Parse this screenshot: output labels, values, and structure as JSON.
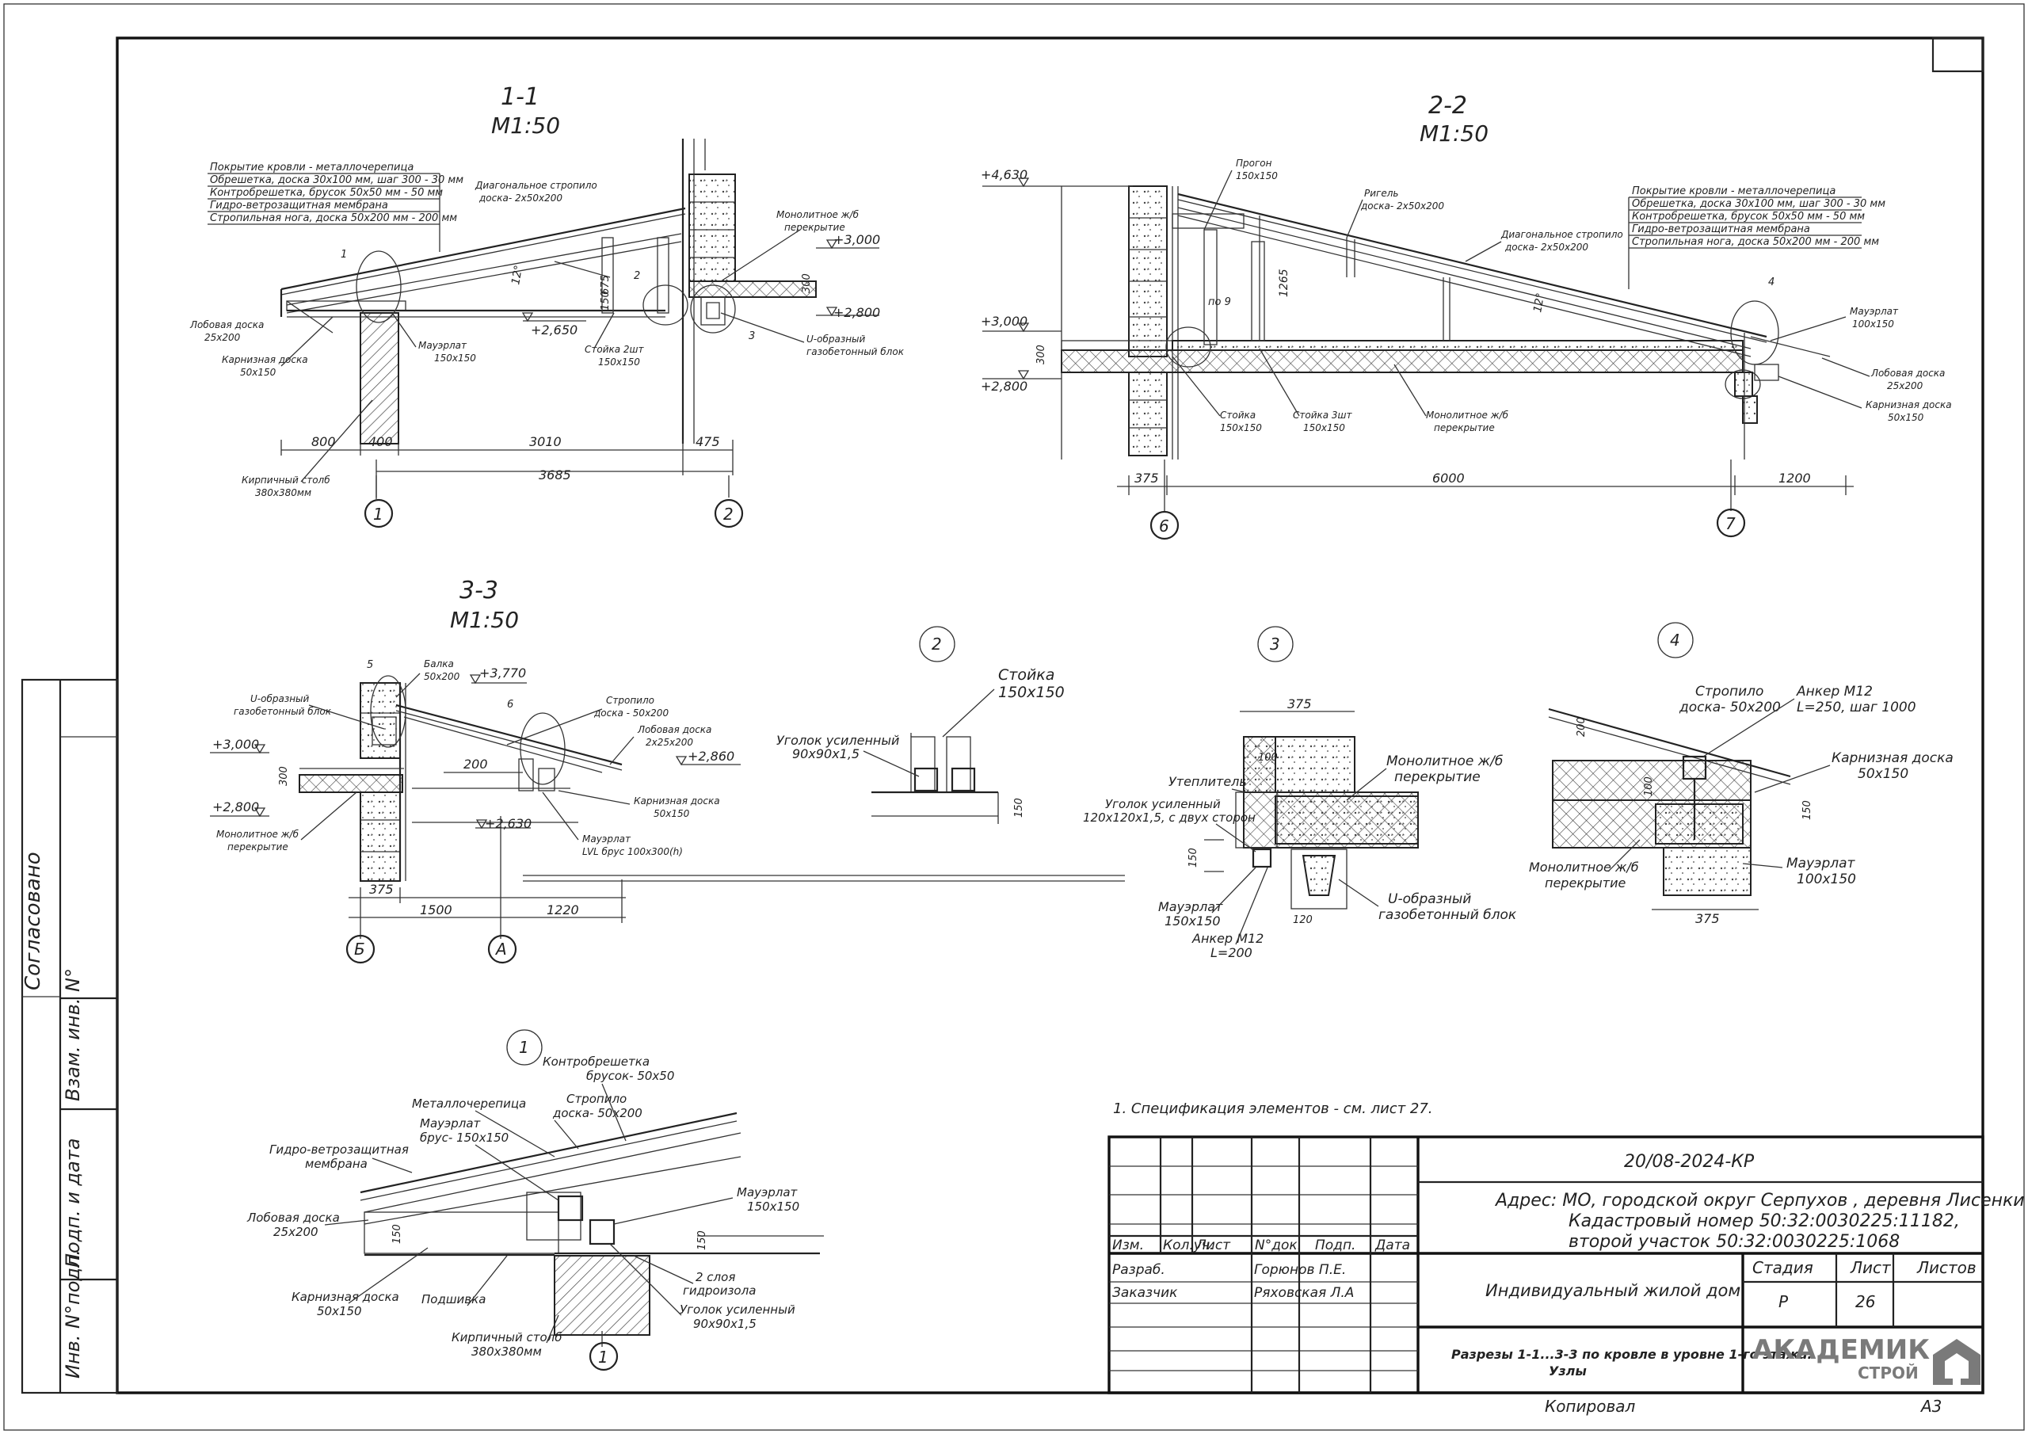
{
  "sections": {
    "s11": {
      "title": "1-1",
      "scale": "М1:50",
      "layers": [
        "Покрытие кровли - металлочерепица",
        "Обрешетка, доска 30х100 мм, шаг 300 - 30 мм",
        "Контробрешетка, брусок 50х50 мм - 50 мм",
        "Гидро-ветрозащитная мембрана",
        "Стропильная нога, доска 50х200 мм - 200 мм"
      ],
      "labels": {
        "diag": "Диагональное стропило",
        "diag2": "доска- 2х50х200",
        "mono": "Монолитное ж/б",
        "mono2": "перекрытие",
        "front": "Лобовая доска",
        "front2": "25х200",
        "mauer": "Мауэрлат",
        "mauer2": "150х150",
        "eave": "Карнизная доска",
        "eave2": "50х150",
        "post": "Стойка 2шт",
        "post2": "150х150",
        "ublock": "U-образный",
        "ublock2": "газобетонный блок",
        "pillar": "Кирпичный столб",
        "pillar2": "380х380мм"
      },
      "levels": [
        "+3,000",
        "+2,800",
        "+2,650"
      ],
      "dims": [
        "800",
        "400",
        "3010",
        "475",
        "3685",
        "675",
        "150",
        "300",
        "12°"
      ],
      "markers": [
        "1",
        "2",
        "3"
      ],
      "axes": [
        "1",
        "2"
      ]
    },
    "s22": {
      "title": "2-2",
      "scale": "М1:50",
      "layers": [
        "Покрытие кровли - металлочерепица",
        "Обрешетка, доска 30х100 мм, шаг 300 - 30 мм",
        "Контробрешетка, брусок 50х50 мм - 50 мм",
        "Гидро-ветрозащитная мембрана",
        "Стропильная нога, доска 50х200 мм - 200 мм"
      ],
      "labels": {
        "purlin": "Прогон",
        "purlin2": "150х150",
        "tie": "Ригель",
        "tie2": "доска- 2х50х200",
        "diag": "Диагональное стропило",
        "diag2": "доска- 2х50х200",
        "mauer": "Мауэрлат",
        "mauer2": "100х150",
        "front": "Лобовая доска",
        "front2": "25х200",
        "eave": "Карнизная доска",
        "eave2": "50х150",
        "post": "Стойка",
        "post2": "150х150",
        "post3": "Стойка 3шт",
        "post4": "150х150",
        "mono": "Монолитное ж/б",
        "mono2": "перекрытие",
        "po9": "по 9"
      },
      "levels": [
        "+4,630",
        "+3,000",
        "+2,800"
      ],
      "dims": [
        "1265",
        "12°",
        "300",
        "375",
        "6000",
        "1200"
      ],
      "markers": [
        "4"
      ],
      "axes": [
        "6",
        "7"
      ]
    },
    "s33": {
      "title": "3-3",
      "scale": "М1:50",
      "labels": {
        "beam": "Балка",
        "beam2": "50х200",
        "ublock": "U-образный",
        "ublock2": "газобетонный блок",
        "rafter": "Стропило",
        "rafter2": "доска - 50х200",
        "front": "Лобовая доска",
        "front2": "2х25х200",
        "eave": "Карнизная доска",
        "eave2": "50х150",
        "mono": "Монолитное ж/б",
        "mono2": "перекрытие",
        "mauer": "Мауэрлат",
        "mauer2": "LVL брус 100х300(h)"
      },
      "levels": [
        "+3,770",
        "+3,000",
        "+2,800",
        "+2,860",
        "+2,630"
      ],
      "dims": [
        "200",
        "300",
        "375",
        "1500",
        "1220"
      ],
      "markers": [
        "5",
        "6"
      ],
      "axes": [
        "Б",
        "А"
      ]
    }
  },
  "nodes": {
    "n2": {
      "num": "2",
      "post": "Стойка",
      "post2": "150х150",
      "angle": "Уголок усиленный",
      "angle2": "90х90х1,5",
      "dim": "150"
    },
    "n3": {
      "num": "3",
      "d375": "375",
      "d100": "100",
      "d150": "150",
      "d120": "120",
      "mono": "Монолитное ж/б",
      "mono2": "перекрытие",
      "ins": "Утеплитель",
      "angle": "Уголок усиленный",
      "angle2": "120х120х1,5, с двух сторон",
      "mauer": "Мауэрлат",
      "mauer2": "150х150",
      "anchor": "Анкер М12",
      "anchor2": "L=200",
      "ublock": "U-образный",
      "ublock2": "газобетонный блок"
    },
    "n4": {
      "num": "4",
      "rafter": "Стропило",
      "rafter2": "доска- 50х200",
      "anchor": "Анкер М12",
      "anchor2": "L=250, шаг 1000",
      "eave": "Карнизная доска",
      "eave2": "50х150",
      "mono": "Монолитное ж/б",
      "mono2": "перекрытие",
      "mauer": "Мауэрлат",
      "mauer2": "100х150",
      "d200": "200",
      "d150": "150",
      "d375": "375",
      "d100": "100"
    },
    "n1": {
      "num": "1",
      "counter": "Контробрешетка",
      "counter2": "брусок- 50х50",
      "rafter": "Стропило",
      "rafter2": "доска- 50х200",
      "metal": "Металлочерепица",
      "mauer": "Мауэрлат",
      "mauer2": "брус- 150х150",
      "membrane": "Гидро-ветрозащитная",
      "membrane2": "мембрана",
      "front": "Лобовая доска",
      "front2": "25х200",
      "mauerR": "Мауэрлат",
      "mauerR2": "150х150",
      "eave": "Карнизная доска",
      "eave2": "50х150",
      "soffit": "Подшивка",
      "gidro": "2 слоя",
      "gidro2": "гидроизола",
      "angle": "Уголок усиленный",
      "angle2": "90х90х1,5",
      "pillar": "Кирпичный столб",
      "pillar2": "380х380мм",
      "axis": "1",
      "d150": "150"
    }
  },
  "note": "1. Спецификация элементов - см. лист 27.",
  "stamp": {
    "code": "20/08-2024-КР",
    "address": [
      "Адрес: МО, городской округ Серпухов , деревня Лисенки",
      "Кадастровый номер 50:32:0030225:11182,",
      "второй участок 50:32:0030225:1068"
    ],
    "cols": [
      "Изм.",
      "Кол.уч.",
      "Лист",
      "N°док.",
      "Подп.",
      "Дата"
    ],
    "role1": "Разраб.",
    "name1": "Горюнов П.Е.",
    "role2": "Заказчик",
    "name2": "Ряховская Л.А",
    "object": "Индивидуальный жилой дом",
    "stage_h": "Стадия",
    "sheet_h": "Лист",
    "sheets_h": "Листов",
    "stage": "Р",
    "sheet": "26",
    "title": "Разрезы 1-1...3-3 по кровле в уровне 1-го этажа.",
    "title2": "Узлы",
    "logo1": "АКАДЕМИК",
    "logo2": "СТРОЙ"
  },
  "footer": {
    "copied": "Копировал",
    "format": "А3"
  },
  "side": {
    "agreed": "Согласовано",
    "c1": "Взам. инв. N°",
    "c2": "Подп. и дата",
    "c3": "Инв. N°подл."
  }
}
